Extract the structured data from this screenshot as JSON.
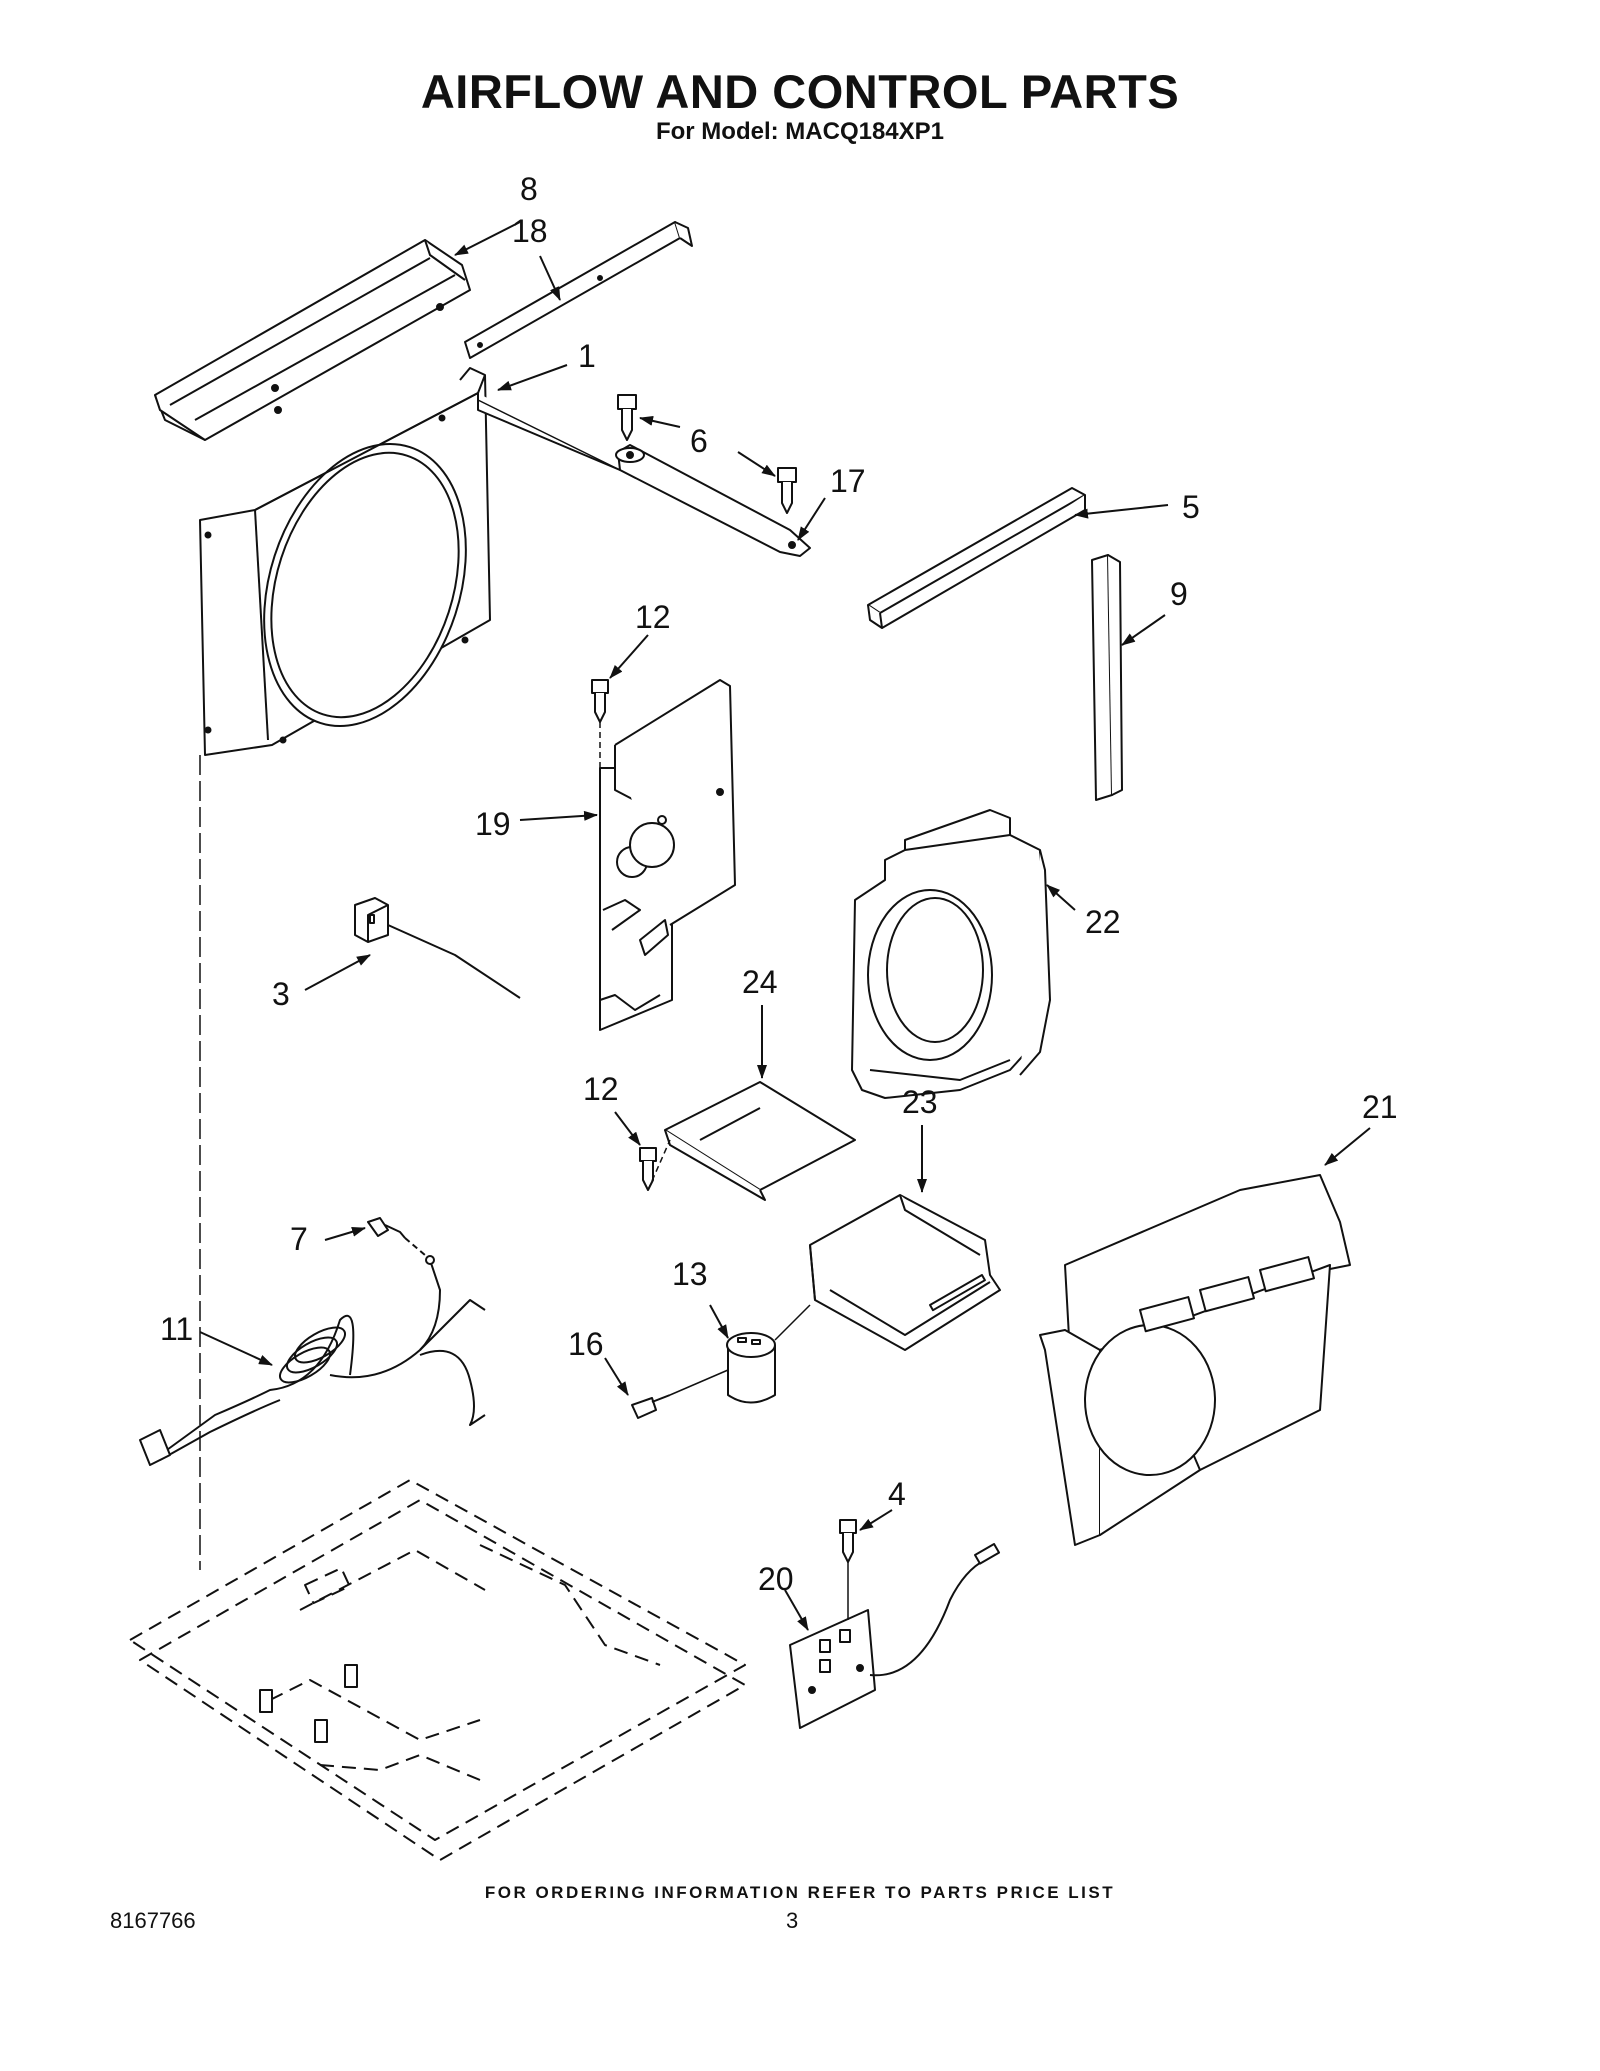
{
  "header": {
    "title": "AIRFLOW AND CONTROL PARTS",
    "subtitle": "For Model: MACQ184XP1"
  },
  "footer": {
    "note": "FOR ORDERING INFORMATION REFER TO PARTS PRICE LIST",
    "doc_number": "8167766",
    "page_number": "3"
  },
  "callouts": {
    "c1": "1",
    "c3": "3",
    "c4": "4",
    "c5": "5",
    "c6": "6",
    "c7": "7",
    "c8": "8",
    "c9": "9",
    "c11": "11",
    "c12a": "12",
    "c12b": "12",
    "c13": "13",
    "c16": "16",
    "c17": "17",
    "c18": "18",
    "c19": "19",
    "c20": "20",
    "c21": "21",
    "c22": "22",
    "c23": "23",
    "c24": "24"
  }
}
